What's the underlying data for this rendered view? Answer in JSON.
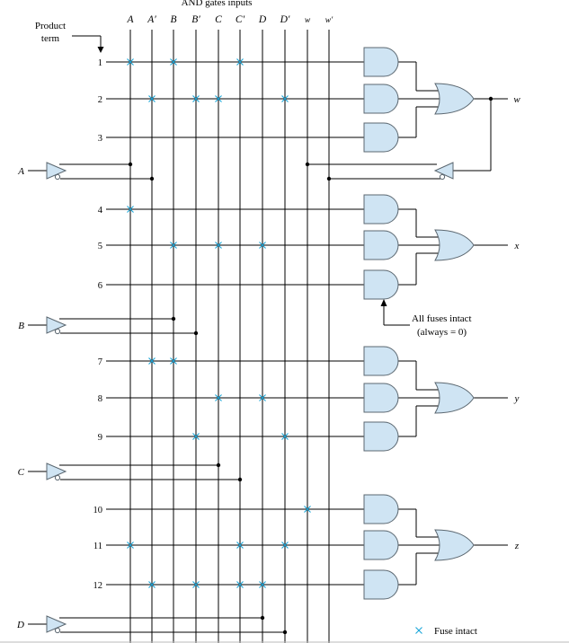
{
  "header": {
    "title": "AND gates inputs",
    "columns": [
      "A",
      "A′",
      "B",
      "B′",
      "C",
      "C′",
      "D",
      "D′",
      "w",
      "w′"
    ]
  },
  "product_term_label": [
    "Product",
    "term"
  ],
  "terms": [
    "1",
    "2",
    "3",
    "4",
    "5",
    "6",
    "7",
    "8",
    "9",
    "10",
    "11",
    "12"
  ],
  "fuses": {
    "1": [
      "A",
      "B",
      "C′"
    ],
    "2": [
      "A′",
      "B′",
      "C",
      "D′"
    ],
    "3": [],
    "4": [
      "A"
    ],
    "5": [
      "B",
      "C",
      "D"
    ],
    "6": [],
    "7": [
      "A′",
      "B"
    ],
    "8": [
      "C",
      "D"
    ],
    "9": [
      "B′",
      "D′"
    ],
    "10": [
      "w"
    ],
    "11": [
      "A",
      "C′",
      "D′"
    ],
    "12": [
      "A′",
      "B′",
      "C′",
      "D"
    ]
  },
  "inputs": [
    "A",
    "B",
    "C",
    "D"
  ],
  "outputs": [
    "w",
    "x",
    "y",
    "z"
  ],
  "annotation": [
    "All fuses intact",
    "(always = 0)"
  ],
  "legend": {
    "symbol": "×",
    "label": "Fuse intact"
  },
  "colors": {
    "line": "#000000",
    "gate_fill": "#cfe4f3",
    "gate_stroke": "#5b6770",
    "fuse": "#1aa6d9"
  }
}
